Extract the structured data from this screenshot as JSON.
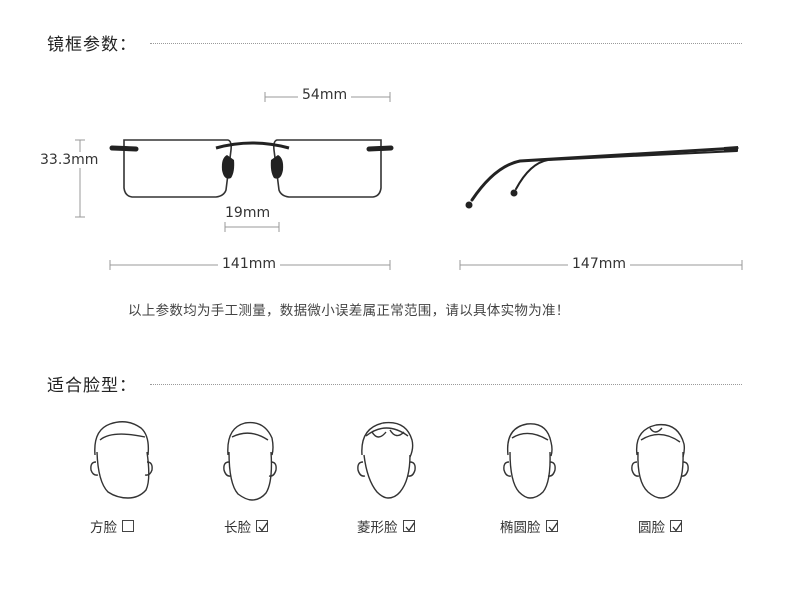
{
  "frame_section": {
    "title": "镜框参数：",
    "dimensions": {
      "lens_width": "54mm",
      "lens_height": "33.3mm",
      "bridge_width": "19mm",
      "frame_width": "141mm",
      "temple_length": "147mm"
    },
    "note": "以上参数均为手工测量，数据微小误差属正常范围，请以具体实物为准！"
  },
  "face_section": {
    "title": "适合脸型：",
    "faces": [
      {
        "label": "方脸",
        "checked": false,
        "icon": "square-face-icon"
      },
      {
        "label": "长脸",
        "checked": true,
        "icon": "long-face-icon"
      },
      {
        "label": "菱形脸",
        "checked": true,
        "icon": "diamond-face-icon"
      },
      {
        "label": "椭圆脸",
        "checked": true,
        "icon": "oval-face-icon"
      },
      {
        "label": "圆脸",
        "checked": true,
        "icon": "round-face-icon"
      }
    ]
  },
  "colors": {
    "line": "#333333",
    "dots": "#9a9a9a",
    "text": "#333333"
  }
}
